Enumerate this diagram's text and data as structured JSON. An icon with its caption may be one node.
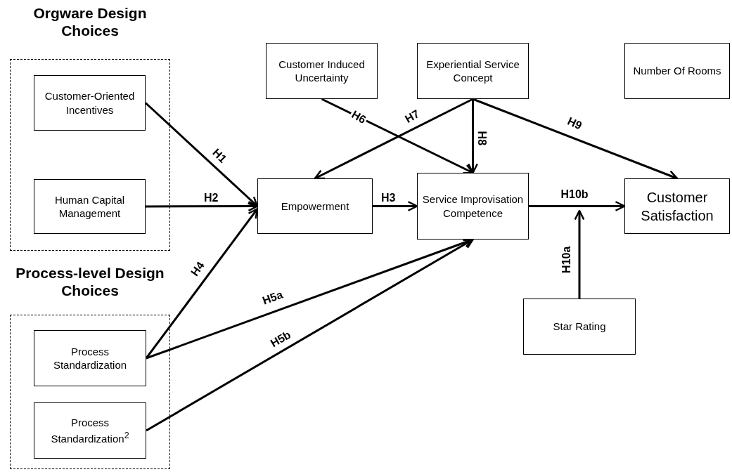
{
  "diagram": {
    "nodes": [
      {
        "text": [
          "Orgware Design Choices"
        ]
      },
      {
        "text": [
          "Customer-Oriented Incentives"
        ],
        "in": 0
      },
      {
        "text": [
          "Human Capital Management"
        ],
        "in": 0
      },
      {
        "text": [
          "Process-level Design Choices"
        ]
      },
      {
        "text": [
          "Process Standardization"
        ],
        "in": 3
      },
      {
        "text": [
          "Process Standardization$^{2}$"
        ],
        "in": 3
      },
      {
        "text": [
          "Customer Induced Uncertainty"
        ]
      },
      {
        "text": [
          "Experiential Service Concept"
        ]
      },
      {
        "text": [
          "Number Of Rooms"
        ]
      },
      {
        "text": [
          "Empowerment"
        ]
      },
      {
        "text": [
          "Service Improvisation Competence"
        ]
      },
      {
        "text": [
          "Customer Satisfaction"
        ]
      },
      {
        "text": [
          "Star Rating"
        ]
      }
    ],
    "edges": [
      {
        "from": 1,
        "to": 9,
        "arrow": "to",
        "label": "H1"
      },
      {
        "from": 2,
        "to": 9,
        "arrow": "to",
        "label": "H2"
      },
      {
        "from": 9,
        "to": 10,
        "arrow": "to",
        "label": "H3"
      },
      {
        "from": 4,
        "to": 9,
        "arrow": "to",
        "label": "H4"
      },
      {
        "from": 4,
        "to": 10,
        "arrow": "to",
        "label": "H5a"
      },
      {
        "from": 5,
        "to": 10,
        "arrow": "to",
        "label": "H5b"
      },
      {
        "from": 6,
        "to": 10,
        "arrow": "to",
        "label": "H6"
      },
      {
        "from": 7,
        "to": 9,
        "arrow": "to",
        "label": "H7"
      },
      {
        "from": 7,
        "to": 10,
        "arrow": "to",
        "label": "H8"
      },
      {
        "from": 7,
        "to": 11,
        "arrow": "to",
        "label": "H9"
      },
      {
        "from": 10,
        "to": 11,
        "arrow": "to",
        "label": "H10b"
      },
      {
        "from": 12,
        "to": null,
        "arrow": "to",
        "label": "H10a"
      }
    ]
  }
}
